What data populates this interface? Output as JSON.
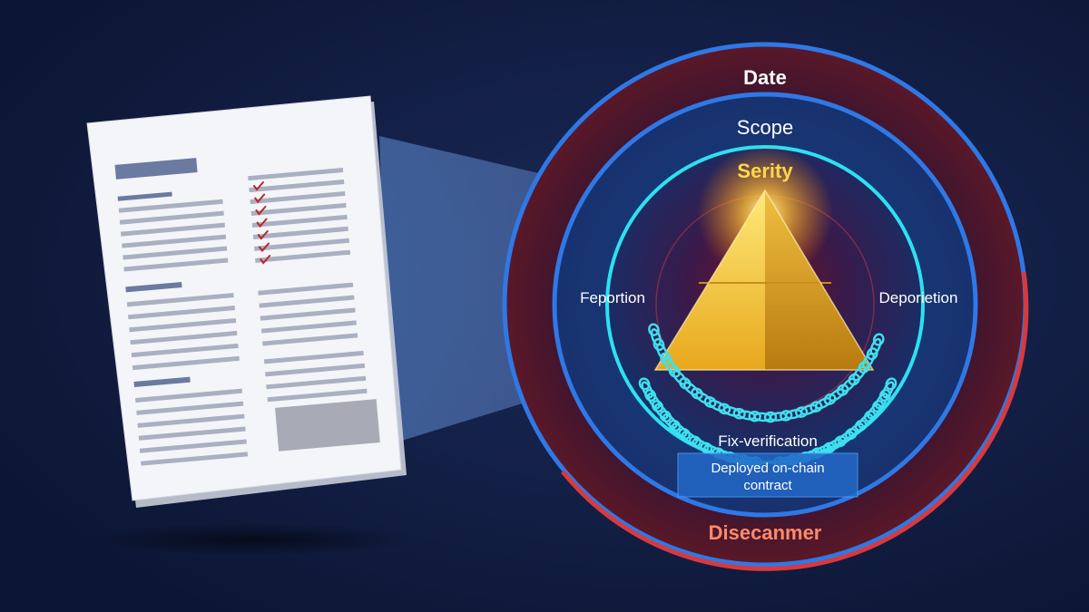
{
  "diagram": {
    "rings": {
      "outer": {
        "label": "Date",
        "bottom_label": "Disecanmer"
      },
      "middle": {
        "label": "Scope"
      },
      "inner": {
        "label": "Serity",
        "left_label": "Feportion",
        "right_label": "Deporietion"
      }
    },
    "chain_label": "Fix-verification",
    "contract_box": {
      "line1": "Deployed on-chain",
      "line2": "contract"
    },
    "document": {
      "checkmark_count": 7
    }
  },
  "colors": {
    "background": "#0f1a3c",
    "outer_ring_fill": "#4a1626",
    "outer_ring_stroke": "#d63a3e",
    "middle_ring_stroke": "#2f78e6",
    "inner_ring_stroke": "#2ee0f0",
    "pyramid_gold": "#f2c230",
    "checkmark": "#c0232a",
    "disclaimer_text": "#ff8a6a",
    "serity_text": "#ffd84a"
  }
}
